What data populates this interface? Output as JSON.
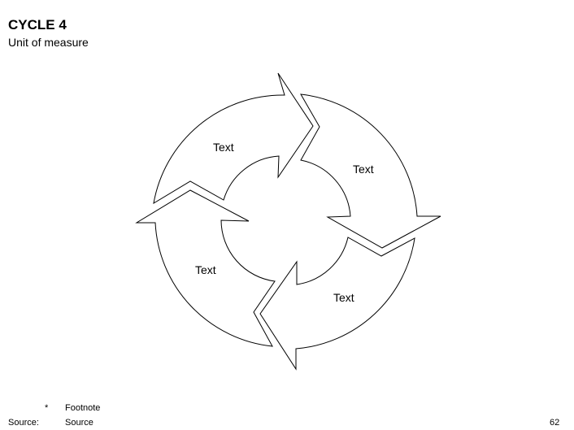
{
  "header": {
    "title": "CYCLE 4",
    "subtitle": "Unit of measure"
  },
  "diagram": {
    "type": "cycle",
    "segments": [
      {
        "label": "Text"
      },
      {
        "label": "Text"
      },
      {
        "label": "Text"
      },
      {
        "label": "Text"
      }
    ]
  },
  "footer": {
    "footnote_marker": "*",
    "footnote_text": "Footnote",
    "source_label": "Source:",
    "source_text": "Source",
    "page_number": "62"
  }
}
